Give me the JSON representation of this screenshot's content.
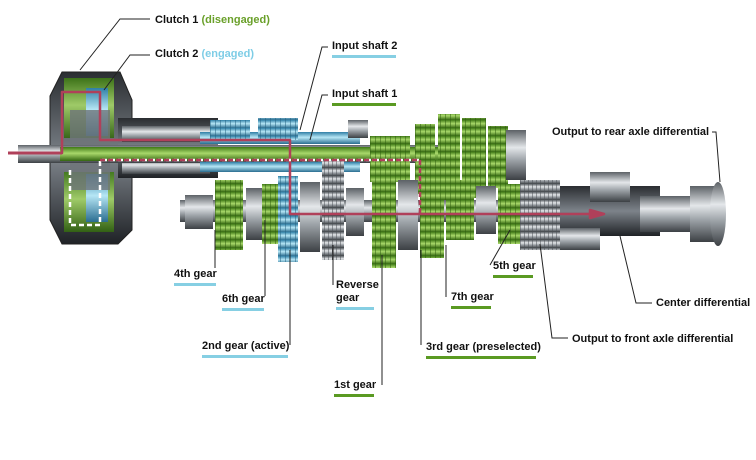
{
  "colors": {
    "green": "#6aa02a",
    "blue": "#7ecde6",
    "power_flow": "#b0405a",
    "underline_green": "#5a9a22",
    "underline_blue": "#86cfe3"
  },
  "labels": {
    "clutch1": {
      "name": "Clutch 1 ",
      "state": "(disengaged)"
    },
    "clutch2": {
      "name": "Clutch 2 ",
      "state": "(engaged)"
    },
    "input_shaft_2": "Input shaft 2",
    "input_shaft_1": "Input shaft 1",
    "output_rear": "Output to rear axle differential",
    "gear_4": "4th gear",
    "gear_6": "6th gear",
    "reverse_line1": "Reverse",
    "reverse_line2": "gear",
    "gear_5": "5th gear",
    "gear_7": "7th gear",
    "center_diff": "Center differential",
    "gear_2": "2nd gear (active)",
    "gear_3": "3rd gear (preselected)",
    "output_front": "Output to front axle differential",
    "gear_1": "1st gear"
  }
}
